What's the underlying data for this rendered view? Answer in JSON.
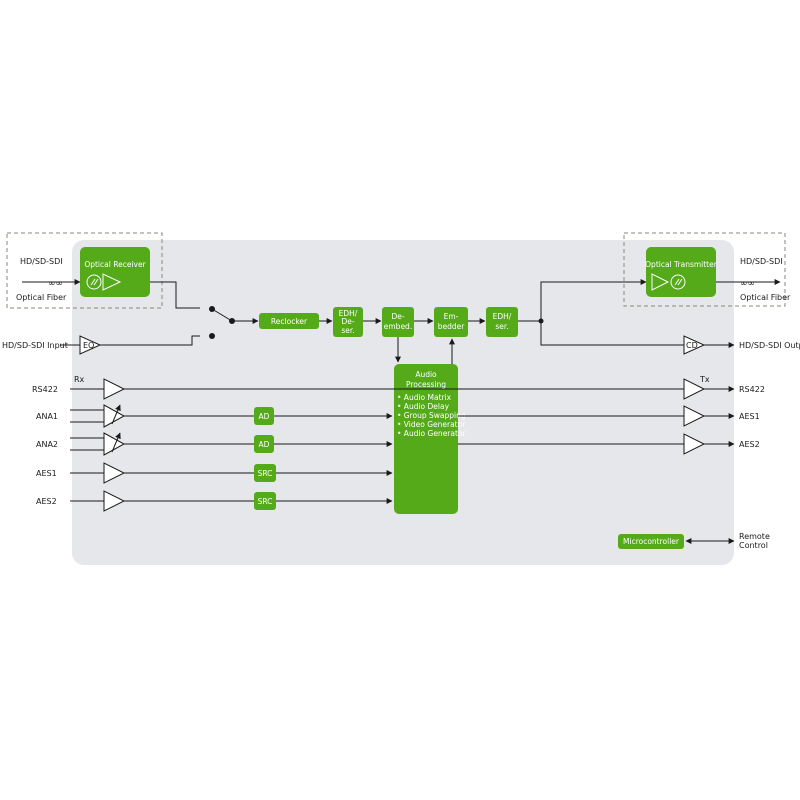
{
  "colors": {
    "panel": "#e6e7ea",
    "block": "#55aa1a",
    "line": "#1a1a1a"
  },
  "labels": {
    "hd_sdi_in": "HD/SD-SDI",
    "optical_fiber_in": "Optical Fiber",
    "hd_sdi_input": "HD/SD-SDI Input",
    "hd_sdi_out": "HD/SD-SDI",
    "optical_fiber_out": "Optical Fiber",
    "hd_sdi_output": "HD/SD-SDI Output",
    "rx": "Rx",
    "tx": "Tx",
    "rs422_in": "RS422",
    "ana1": "ANA1",
    "ana2": "ANA2",
    "aes1_in": "AES1",
    "aes2_in": "AES2",
    "rs422_out": "RS422",
    "aes1_out": "AES1",
    "aes2_out": "AES2",
    "remote_1": "Remote",
    "remote_2": "Control",
    "eq": "EQ",
    "cd": "CD"
  },
  "blocks": {
    "optical_receiver": "Optical Receiver",
    "optical_transmitter": "Optical Transmitter",
    "reclocker": "Reclocker",
    "edh_deser_1": "EDH/",
    "edh_deser_2": "De-",
    "edh_deser_3": "ser.",
    "deembed_1": "De-",
    "deembed_2": "embed.",
    "embedder_1": "Em-",
    "embedder_2": "bedder",
    "edh_ser_1": "EDH/",
    "edh_ser_2": "ser.",
    "ad1": "AD",
    "ad2": "AD",
    "src1": "SRC",
    "src2": "SRC",
    "audio_title_1": "Audio",
    "audio_title_2": "Processing",
    "audio_items": [
      "• Audio Matrix",
      "• Audio Delay",
      "• Group Swapping",
      "• Video Generator",
      "• Audio Generator"
    ],
    "microcontroller": "Microcontroller"
  }
}
